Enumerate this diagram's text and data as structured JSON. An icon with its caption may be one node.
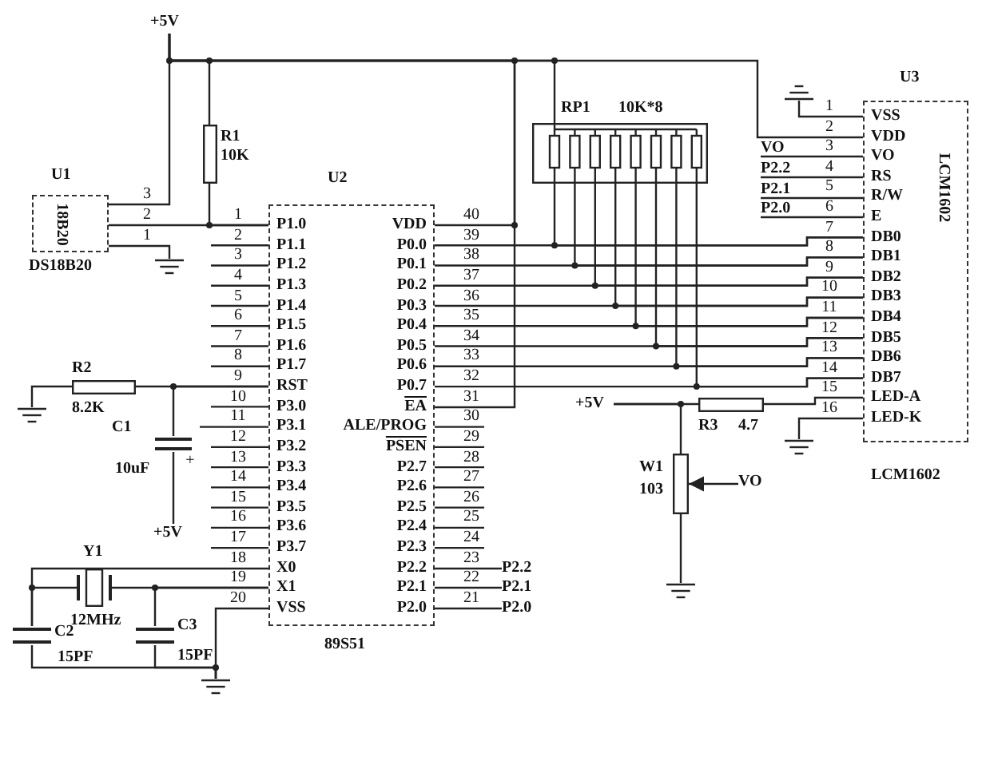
{
  "diagram": {
    "nodes": [
      {
        "text": [
          "+5V"
        ]
      },
      {
        "text": [
          "18B20"
        ],
        "beside": [
          "U1",
          "DS18B20"
        ]
      },
      {
        "text": [],
        "shape": "box",
        "beside": [
          "R1",
          "10K"
        ]
      },
      {
        "text": [
          "P1.0",
          "P1.1",
          "P1.2",
          "P1.3",
          "P1.4",
          "P1.5",
          "P1.6",
          "P1.7",
          "RST",
          "P3.0",
          "P3.1",
          "P3.2",
          "P3.3",
          "P3.4",
          "P3.5",
          "P3.6",
          "P3.7",
          "X0",
          "X1",
          "VSS",
          "VDD",
          "P0.0",
          "P0.1",
          "P0.2",
          "P0.3",
          "P0.4",
          "P0.5",
          "P0.6",
          "P0.7",
          "EA",
          "ALE/PROG",
          "PSEN",
          "P2.7",
          "P2.6",
          "P2.5",
          "P2.4",
          "P2.3",
          "P2.2",
          "P2.1",
          "P2.0"
        ],
        "beside": [
          "U2",
          "89S51"
        ]
      },
      {
        "text": [],
        "shape": "box",
        "beside": [
          "RP1",
          "10K*8"
        ]
      },
      {
        "text": [
          "VSS",
          "VDD",
          "VO",
          "RS",
          "R/W",
          "E",
          "DB0",
          "DB1",
          "DB2",
          "DB3",
          "DB4",
          "DB5",
          "DB6",
          "DB7",
          "LED-A",
          "LED-K",
          "LCM1602"
        ],
        "beside": [
          "U3",
          "LCM1602"
        ]
      },
      {
        "text": [],
        "shape": "ground"
      },
      {
        "text": [],
        "shape": "box",
        "beside": [
          "R2",
          "8.2K"
        ]
      },
      {
        "text": [],
        "shape": "ground"
      },
      {
        "text": [],
        "shape": "capacitor",
        "beside": [
          "C1",
          "10uF"
        ]
      },
      {
        "text": [
          "+5V"
        ]
      },
      {
        "text": [],
        "shape": "crystal",
        "beside": [
          "Y1",
          "12MHz"
        ]
      },
      {
        "text": [],
        "shape": "capacitor",
        "beside": [
          "C2",
          "15PF"
        ]
      },
      {
        "text": [],
        "shape": "capacitor",
        "beside": [
          "C3",
          "15PF"
        ]
      },
      {
        "text": [],
        "shape": "ground"
      },
      {
        "text": [
          "+5V"
        ]
      },
      {
        "text": [],
        "shape": "box",
        "beside": [
          "R3",
          "4.7"
        ]
      },
      {
        "text": [],
        "shape": "box",
        "beside": [
          "W1",
          "103"
        ]
      },
      {
        "text": [
          "VO"
        ]
      },
      {
        "text": [],
        "shape": "ground"
      },
      {
        "text": [],
        "shape": "ground"
      },
      {
        "text": [],
        "shape": "ground"
      },
      {
        "text": [
          "VO"
        ]
      },
      {
        "text": [
          "P2.2"
        ]
      },
      {
        "text": [
          "P2.1"
        ]
      },
      {
        "text": [
          "P2.0"
        ]
      },
      {
        "text": [
          "P2.2"
        ]
      },
      {
        "text": [
          "P2.1"
        ]
      },
      {
        "text": [
          "P2.0"
        ]
      }
    ],
    "edges": [
      {
        "from": 0,
        "to": 3,
        "arrow": "none"
      },
      {
        "from": 0,
        "to": 2,
        "arrow": "none"
      },
      {
        "from": 0,
        "to": 1,
        "arrow": "none"
      },
      {
        "from": 0,
        "to": 4,
        "arrow": "none"
      },
      {
        "from": 0,
        "to": 5,
        "arrow": "none"
      },
      {
        "from": 1,
        "to": 3,
        "arrow": "none"
      },
      {
        "from": 2,
        "to": 3,
        "arrow": "none"
      },
      {
        "from": 1,
        "to": 6,
        "arrow": "none"
      },
      {
        "from": 3,
        "to": 5,
        "arrow": "none"
      },
      {
        "from": 3,
        "to": 5,
        "arrow": "none"
      },
      {
        "from": 3,
        "to": 5,
        "arrow": "none"
      },
      {
        "from": 3,
        "to": 5,
        "arrow": "none"
      },
      {
        "from": 3,
        "to": 5,
        "arrow": "none"
      },
      {
        "from": 3,
        "to": 5,
        "arrow": "none"
      },
      {
        "from": 3,
        "to": 5,
        "arrow": "none"
      },
      {
        "from": 3,
        "to": 5,
        "arrow": "none"
      },
      {
        "from": 4,
        "to": 5,
        "arrow": "none"
      },
      {
        "from": 4,
        "to": 5,
        "arrow": "none"
      },
      {
        "from": 4,
        "to": 5,
        "arrow": "none"
      },
      {
        "from": 4,
        "to": 5,
        "arrow": "none"
      },
      {
        "from": 4,
        "to": 5,
        "arrow": "none"
      },
      {
        "from": 4,
        "to": 5,
        "arrow": "none"
      },
      {
        "from": 4,
        "to": 5,
        "arrow": "none"
      },
      {
        "from": 4,
        "to": 5,
        "arrow": "none"
      },
      {
        "from": 7,
        "to": 8,
        "arrow": "none"
      },
      {
        "from": 7,
        "to": 3,
        "arrow": "none"
      },
      {
        "from": 9,
        "to": 3,
        "arrow": "none"
      },
      {
        "from": 9,
        "to": 10,
        "arrow": "none"
      },
      {
        "from": 11,
        "to": 3,
        "arrow": "none"
      },
      {
        "from": 11,
        "to": 12,
        "arrow": "none"
      },
      {
        "from": 3,
        "to": 12,
        "arrow": "none"
      },
      {
        "from": 13,
        "to": 3,
        "arrow": "none"
      },
      {
        "from": 12,
        "to": 14,
        "arrow": "none"
      },
      {
        "from": 13,
        "to": 14,
        "arrow": "none"
      },
      {
        "from": 3,
        "to": 14,
        "arrow": "none"
      },
      {
        "from": 15,
        "to": 16,
        "arrow": "none"
      },
      {
        "from": 16,
        "to": 5,
        "arrow": "none"
      },
      {
        "from": 15,
        "to": 17,
        "arrow": "none"
      },
      {
        "from": 18,
        "to": 17,
        "arrow": "to"
      },
      {
        "from": 17,
        "to": 19,
        "arrow": "none"
      },
      {
        "from": 20,
        "to": 5,
        "arrow": "none"
      },
      {
        "from": 5,
        "to": 21,
        "arrow": "none"
      },
      {
        "from": 22,
        "to": 5,
        "arrow": "none"
      },
      {
        "from": 23,
        "to": 5,
        "arrow": "none"
      },
      {
        "from": 24,
        "to": 5,
        "arrow": "none"
      },
      {
        "from": 25,
        "to": 5,
        "arrow": "none"
      },
      {
        "from": 3,
        "to": 26,
        "arrow": "none"
      },
      {
        "from": 3,
        "to": 27,
        "arrow": "none"
      },
      {
        "from": 3,
        "to": 28,
        "arrow": "none"
      },
      {
        "from": 0,
        "to": 3,
        "arrow": "none"
      }
    ],
    "labels": [
      "3",
      "2",
      "1",
      "1",
      "2",
      "3",
      "4",
      "5",
      "6",
      "7",
      "8",
      "9",
      "10",
      "11",
      "12",
      "13",
      "14",
      "15",
      "16",
      "17",
      "18",
      "19",
      "20",
      "40",
      "39",
      "38",
      "37",
      "36",
      "35",
      "34",
      "33",
      "32",
      "31",
      "30",
      "29",
      "28",
      "27",
      "26",
      "25",
      "24",
      "23",
      "22",
      "21",
      "1",
      "2",
      "3",
      "4",
      "5",
      "6",
      "7",
      "8",
      "9",
      "10",
      "11",
      "12",
      "13",
      "14",
      "15",
      "16",
      "+"
    ]
  }
}
